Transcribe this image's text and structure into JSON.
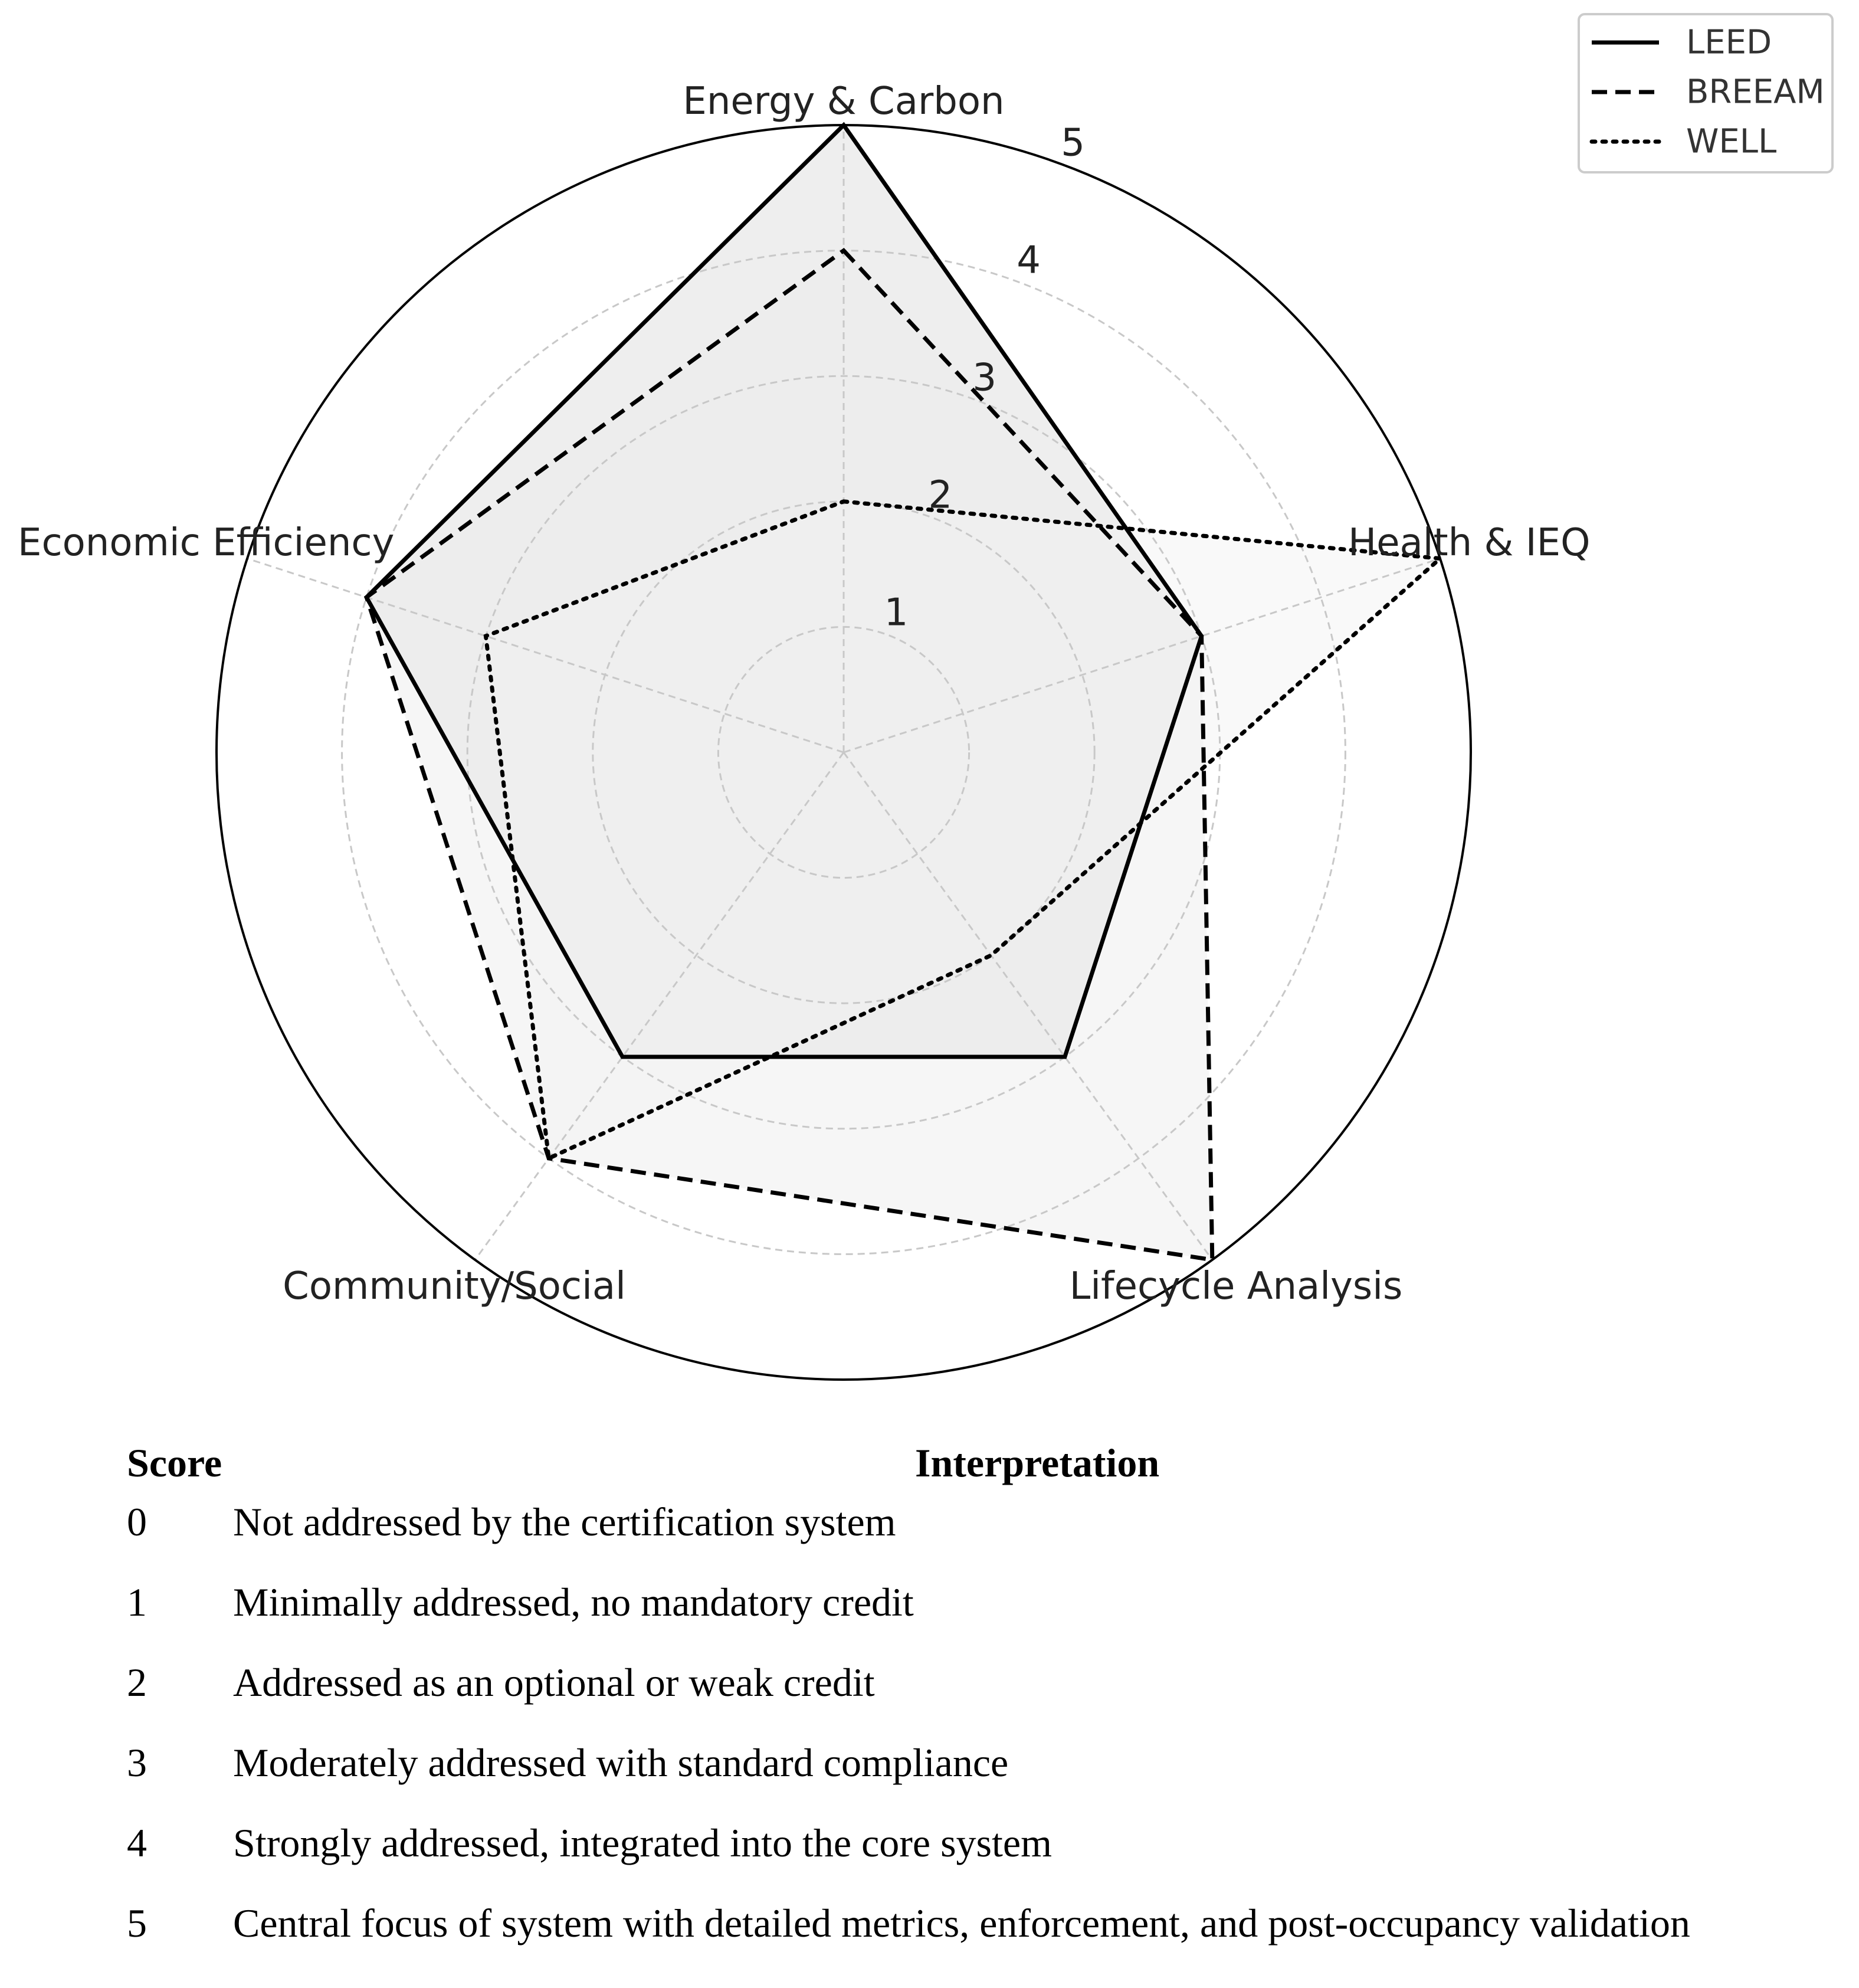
{
  "chart_data": {
    "type": "radar",
    "categories": [
      "Energy & Carbon",
      "Health & IEQ",
      "Lifecycle Analysis",
      "Community/Social",
      "Economic Efficiency"
    ],
    "rlim": [
      0,
      5
    ],
    "r_ticks": [
      1,
      2,
      3,
      4,
      5
    ],
    "grid": true,
    "legend_position": "top-right",
    "series": [
      {
        "name": "LEED",
        "values": [
          5,
          3,
          3,
          3,
          4
        ],
        "line_style": "solid",
        "fill": "#d9d9d9"
      },
      {
        "name": "BREEAM",
        "values": [
          4,
          3,
          5,
          4,
          4
        ],
        "line_style": "dashed",
        "fill": "#ececec"
      },
      {
        "name": "WELL",
        "values": [
          2,
          5,
          2,
          4,
          3
        ],
        "line_style": "dotted",
        "fill": "#f2f2f2"
      }
    ],
    "colors": {
      "line": "#000000",
      "grid": "#c8c8c8"
    }
  },
  "table": {
    "header_score": "Score",
    "header_interpretation": "Interpretation",
    "rows": [
      {
        "score": "0",
        "text": "Not addressed by the certification system"
      },
      {
        "score": "1",
        "text": "Minimally addressed, no mandatory credit"
      },
      {
        "score": "2",
        "text": "Addressed as an optional or weak credit"
      },
      {
        "score": "3",
        "text": "Moderately addressed with standard compliance"
      },
      {
        "score": "4",
        "text": "Strongly addressed, integrated into the core system"
      },
      {
        "score": "5",
        "text": "Central focus of system with detailed metrics, enforcement, and post-occupancy validation"
      }
    ]
  }
}
